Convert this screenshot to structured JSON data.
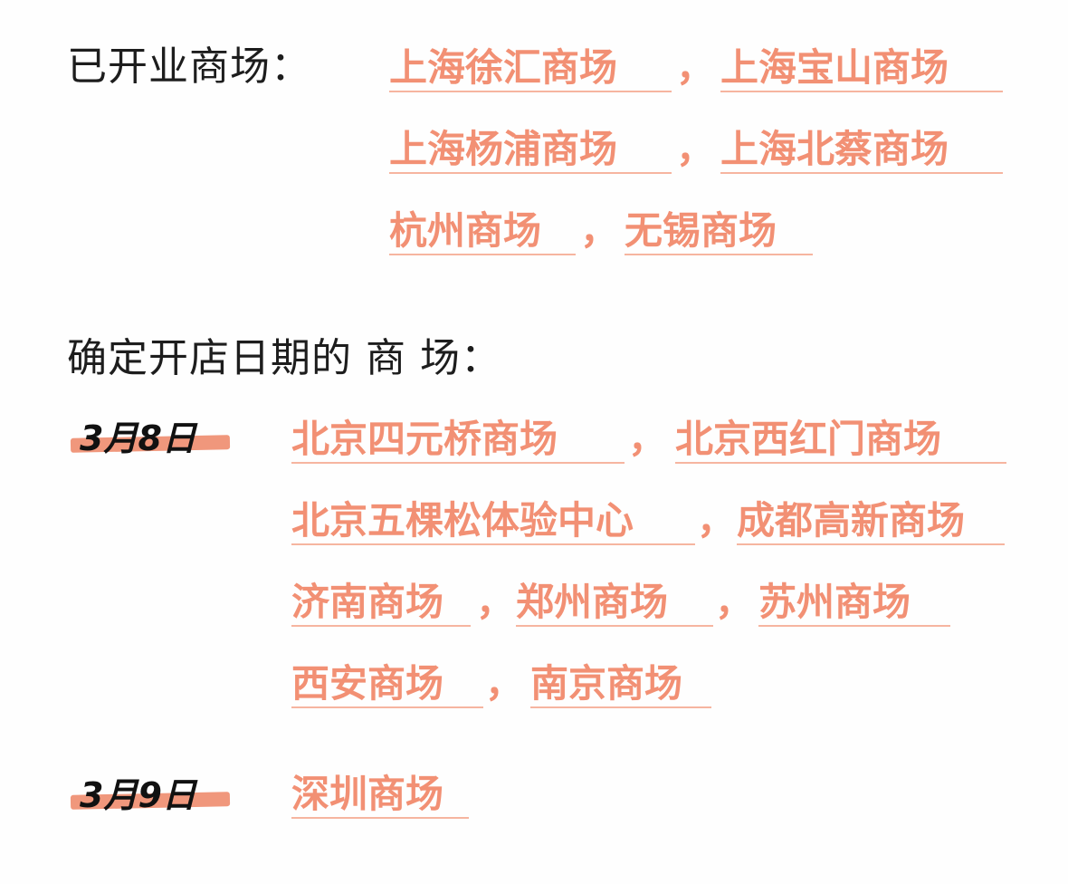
{
  "opened": {
    "label": "已开业商场：",
    "rows": [
      [
        "上海徐汇商场",
        "上海宝山商场"
      ],
      [
        "上海杨浦商场",
        "上海北蔡商场"
      ],
      [
        "杭州商场",
        "无锡商场"
      ]
    ],
    "separator": "，"
  },
  "scheduled": {
    "label": "确定开店日期的 商 场：",
    "groups": [
      {
        "date": "3月8日",
        "rows": [
          [
            "北京四元桥商场",
            "北京西红门商场"
          ],
          [
            "北京五棵松体验中心",
            "成都高新商场"
          ],
          [
            "济南商场",
            "郑州商场",
            "苏州商场"
          ],
          [
            "西安商场",
            "南京商场"
          ]
        ]
      },
      {
        "date": "3月9日",
        "rows": [
          [
            "深圳商场"
          ]
        ]
      }
    ]
  },
  "colors": {
    "accent": "#f29074",
    "underline": "#f6b5a0",
    "text": "#1d1d1d",
    "date_mark": "#f0977c"
  }
}
